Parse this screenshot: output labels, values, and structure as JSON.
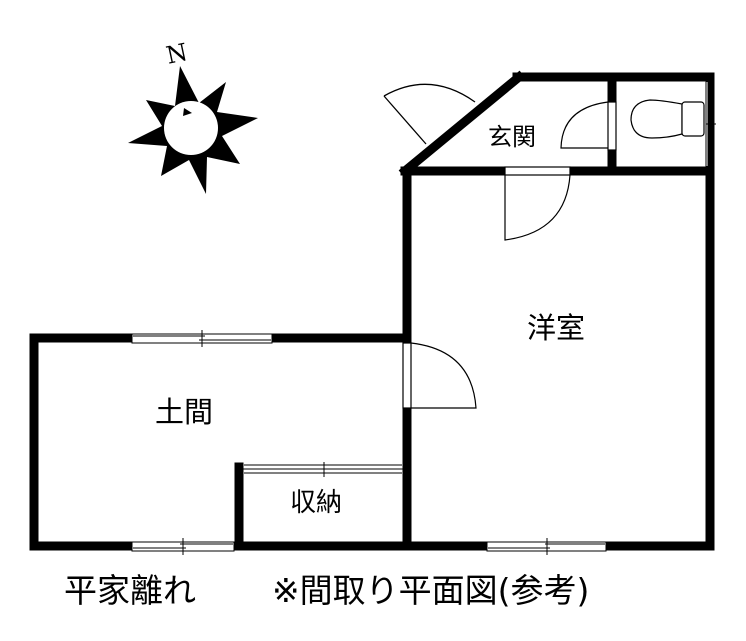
{
  "title": "平家離れ",
  "note": "※間取り平面図(参考)",
  "compass": {
    "label": "N",
    "icon": "north-compass-rose"
  },
  "rooms": {
    "genkan": "玄関",
    "yoshitsu": "洋室",
    "doma": "土間",
    "shuno": "収納",
    "toilet": ""
  },
  "colors": {
    "wall": "#000000",
    "background": "#ffffff",
    "window": "#808080"
  }
}
